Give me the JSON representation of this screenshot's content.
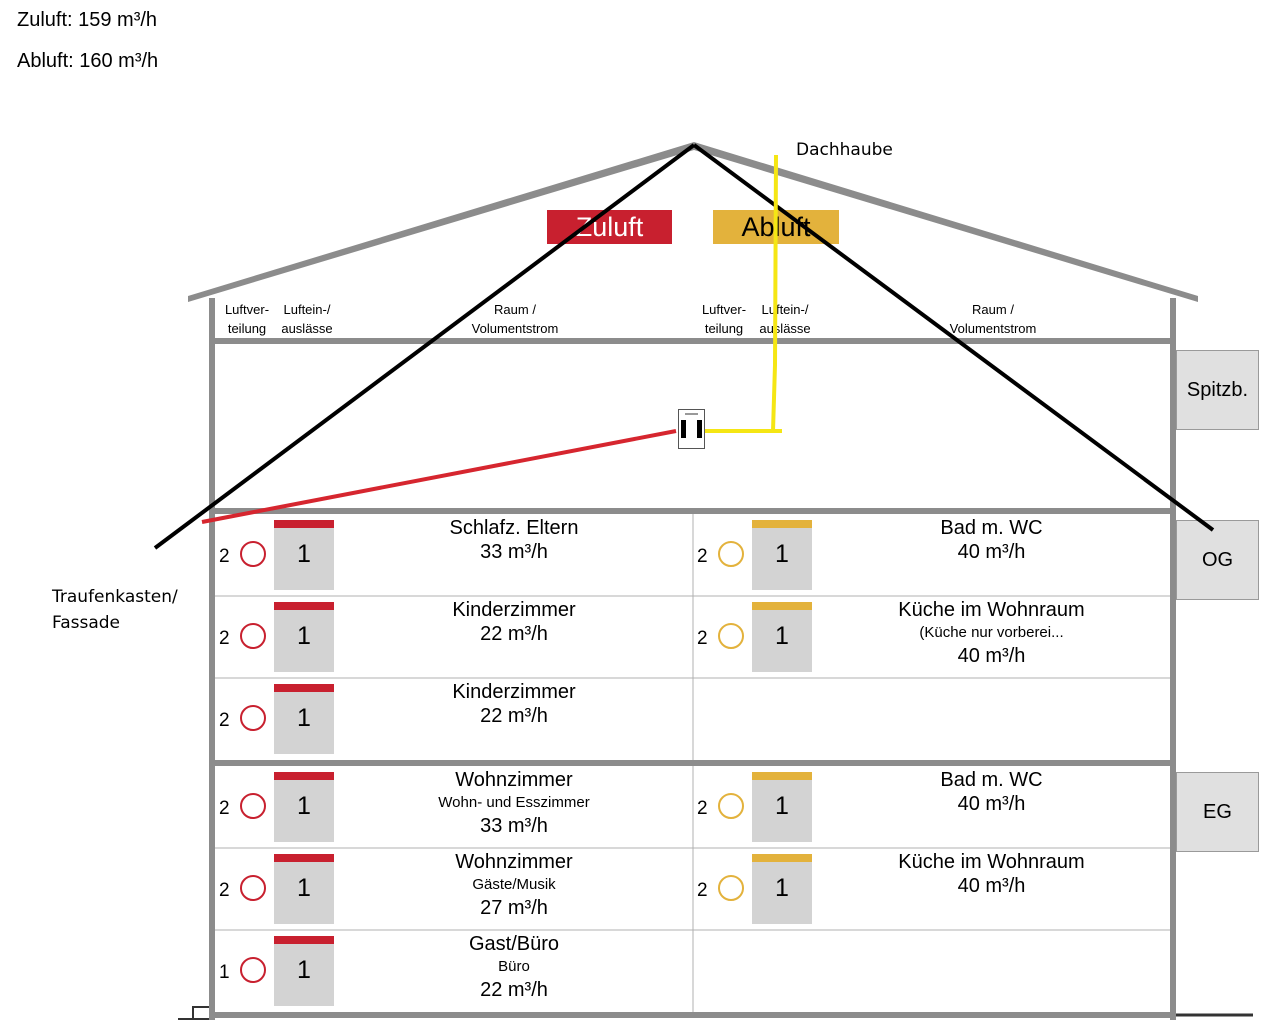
{
  "summary": {
    "zuluft": "Zuluft: 159 m³/h",
    "abluft": "Abluft: 160 m³/h"
  },
  "colors": {
    "supply": "#c8202f",
    "exhaust": "#e3b23c",
    "yellow_duct": "#f5e614",
    "floor_tag_bg": "#e0e0e0"
  },
  "roof": {
    "zuluft_badge": "Zuluft",
    "abluft_badge": "Abluft",
    "dachhaube": "Dachhaube",
    "traufe": "Traufenkasten/\nFassade"
  },
  "columns": {
    "left": {
      "verteilung": "Luftver-\nteilung",
      "auslaesse": "Luftein-/\nauslässe",
      "raum": "Raum /\nVolumentstrom"
    },
    "right": {
      "verteilung": "Luftver-\nteilung",
      "auslaesse": "Luftein-/\nauslässe",
      "raum": "Raum /\nVolumentstrom"
    }
  },
  "floors": {
    "spitzb": "Spitzb.",
    "og": "OG",
    "eg": "EG"
  },
  "rooms": {
    "og_left": [
      {
        "count": "2",
        "units": "1",
        "name": "Schlafz. Eltern",
        "sub": "",
        "flow": "33 m³/h"
      },
      {
        "count": "2",
        "units": "1",
        "name": "Kinderzimmer",
        "sub": "",
        "flow": "22 m³/h"
      },
      {
        "count": "2",
        "units": "1",
        "name": "Kinderzimmer",
        "sub": "",
        "flow": "22 m³/h"
      }
    ],
    "og_right": [
      {
        "count": "2",
        "units": "1",
        "name": "Bad m. WC",
        "sub": "",
        "flow": "40 m³/h"
      },
      {
        "count": "2",
        "units": "1",
        "name": "Küche im Wohnraum",
        "sub": "(Küche nur vorberei...",
        "flow": "40 m³/h"
      }
    ],
    "eg_left": [
      {
        "count": "2",
        "units": "1",
        "name": "Wohnzimmer",
        "sub": "Wohn- und Esszimmer",
        "flow": "33 m³/h"
      },
      {
        "count": "2",
        "units": "1",
        "name": "Wohnzimmer",
        "sub": "Gäste/Musik",
        "flow": "27 m³/h"
      },
      {
        "count": "1",
        "units": "1",
        "name": "Gast/Büro",
        "sub": "Büro",
        "flow": "22 m³/h"
      }
    ],
    "eg_right": [
      {
        "count": "2",
        "units": "1",
        "name": "Bad m. WC",
        "sub": "",
        "flow": "40 m³/h"
      },
      {
        "count": "2",
        "units": "1",
        "name": "Küche im Wohnraum",
        "sub": "",
        "flow": "40 m³/h"
      }
    ]
  }
}
